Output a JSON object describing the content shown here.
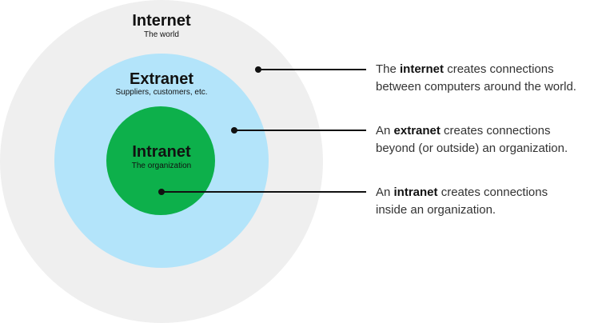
{
  "zones": {
    "internet": {
      "title": "Internet",
      "subtitle": "The world"
    },
    "extranet": {
      "title": "Extranet",
      "subtitle": "Suppliers, customers, etc."
    },
    "intranet": {
      "title": "Intranet",
      "subtitle": "The organization"
    }
  },
  "descriptions": {
    "internet": {
      "prefix": "The ",
      "keyword": "internet",
      "line1_rest": " creates connections",
      "line2": "between computers around the world."
    },
    "extranet": {
      "prefix": "An ",
      "keyword": "extranet",
      "line1_rest": " creates connections",
      "line2": "beyond (or outside) an organization."
    },
    "intranet": {
      "prefix": "An ",
      "keyword": "intranet",
      "line1_rest": " creates connections",
      "line2": "inside an organization."
    }
  },
  "colors": {
    "internet": "#efefef",
    "extranet": "#b3e4fa",
    "intranet": "#0db04b",
    "text": "#111111"
  }
}
